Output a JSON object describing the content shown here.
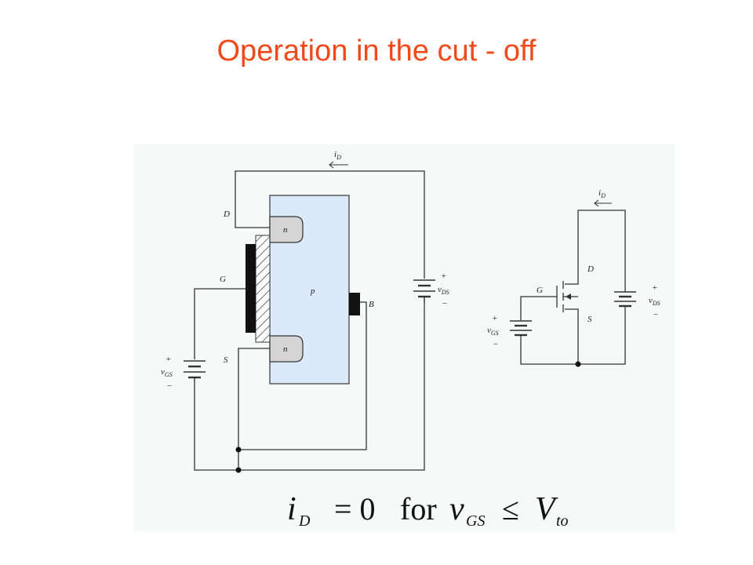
{
  "slide": {
    "title": "Operation in the cut - off",
    "title_color": "#f04a1a",
    "panel_color": "#f7f8f8",
    "body_color": "#dbe9fa",
    "n_region_color": "#d4d4d4"
  },
  "cross_section": {
    "drain_label": "D",
    "gate_label": "G",
    "source_label": "S",
    "body_terminal_label": "B",
    "substrate_label": "p",
    "n_region_drain_label": "n",
    "n_region_source_label": "n",
    "id_label": "i",
    "id_sub": "D",
    "vds_plus": "+",
    "vds_label": "v",
    "vds_sub": "DS",
    "vds_minus": "−",
    "vgs_plus": "+",
    "vgs_label": "v",
    "vgs_sub": "GS",
    "vgs_minus": "−"
  },
  "schematic": {
    "drain_label": "D",
    "gate_label": "G",
    "source_label": "S",
    "id_label": "i",
    "id_sub": "D",
    "vds_plus": "+",
    "vds_label": "v",
    "vds_sub": "DS",
    "vds_minus": "−",
    "vgs_plus": "+",
    "vgs_label": "v",
    "vgs_sub": "GS",
    "vgs_minus": "−"
  },
  "equation": {
    "i": "i",
    "i_sub": "D",
    "equals": "= 0",
    "for": "for",
    "v": "v",
    "v_sub": "GS",
    "leq": "≤",
    "V": "V",
    "V_sub": "to"
  }
}
